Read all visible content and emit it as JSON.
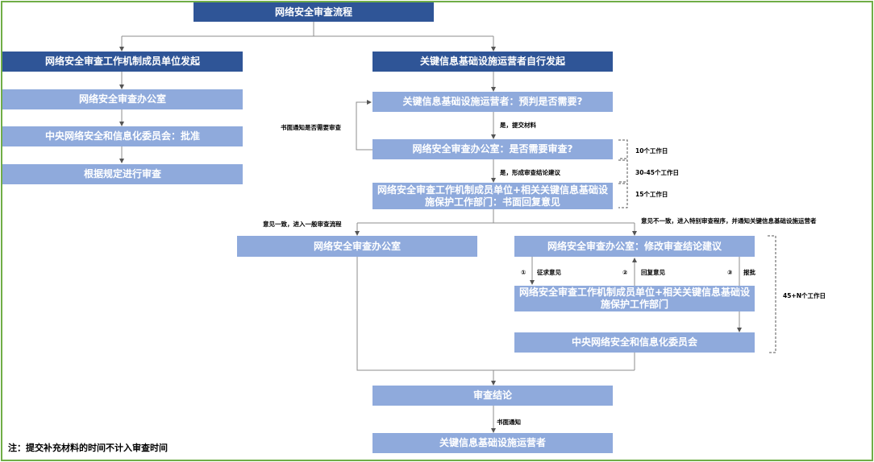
{
  "title": "网络安全审查流程",
  "left": {
    "header": "网络安全审查工作机制成员单位发起",
    "step1": "网络安全审查办公室",
    "step2": "中央网络安全和信息化委员会：批准",
    "step3": "根据规定进行审查"
  },
  "right": {
    "header": "关键信息基础设施运营者自行发起",
    "prejudge": "关键信息基础设施运营者：预判是否需要?",
    "office_need": "网络安全审查办公室：是否需要审查?",
    "members_reply": "网络安全审查工作机制成员单位+相关关键信息基础设施保护工作部门：书面回复意见",
    "office_general": "网络安全审查办公室",
    "office_modify": "网络安全审查办公室：修改审查结论建议",
    "members_dept": "网络安全审查工作机制成员单位+相关关键信息基础设施保护工作部门",
    "central": "中央网络安全和信息化委员会",
    "conclusion": "审查结论",
    "operator": "关键信息基础设施运营者"
  },
  "labels": {
    "written_notice_need": "书面通知是否需要审查",
    "yes_submit": "是，提交材料",
    "yes_form": "是，形成审查结论建议",
    "agree": "意见一致，进入一般审查流程",
    "disagree": "意见不一致，进入特别审查程序，并通知关键信息基础设施运营者",
    "c1": "①",
    "solicit": "征求意见",
    "c2": "②",
    "reply": "回复意见",
    "c3": "③",
    "approve": "报批",
    "notice": "书面通知"
  },
  "durations": {
    "d1": "10个工作日",
    "d2": "30-45个工作日",
    "d3": "15个工作日",
    "d4": "45+N个工作日"
  },
  "note": "注：提交补充材料的时间不计入审查时间"
}
